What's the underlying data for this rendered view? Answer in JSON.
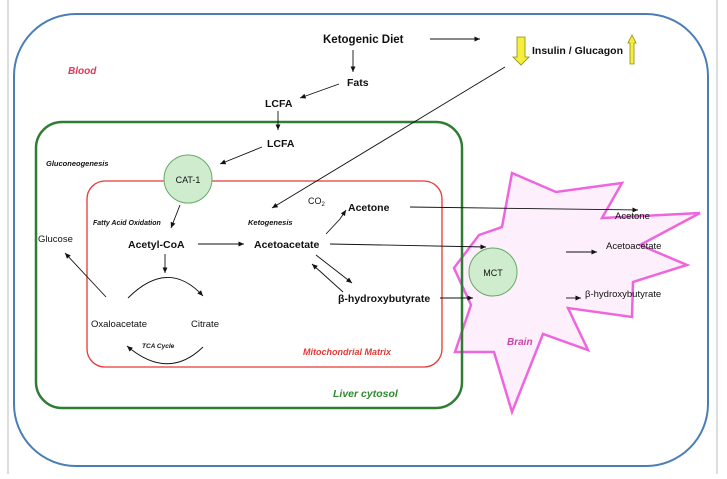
{
  "diagram": {
    "compartments": {
      "blood": "Blood",
      "liver_cytosol": "Liver cytosol",
      "mitochondrial_matrix": "Mitochondrial Matrix",
      "brain": "Brain"
    },
    "nodes": {
      "ketogenic_diet": "Ketogenic Diet",
      "insulin_glucagon": "Insulin / Glucagon",
      "fats": "Fats",
      "lcfa_blood": "LCFA",
      "lcfa_cytosol": "LCFA",
      "cat1": "CAT-1",
      "acetyl_coa": "Acetyl-CoA",
      "acetoacetate_liver": "Acetoacetate",
      "co2": "CO",
      "co2_subscript": "2",
      "acetone_liver": "Acetone",
      "bhb_liver": "β-hydroxybutyrate",
      "glucose": "Glucose",
      "oxaloacetate": "Oxaloacetate",
      "citrate": "Citrate",
      "mct": "MCT",
      "acetone_brain": "Acetone",
      "acetoacetate_brain": "Acetoacetate",
      "bhb_brain": "β-hydroxybutyrate"
    },
    "processes": {
      "gluconeogenesis": "Gluconeogenesis",
      "fatty_acid_oxidation": "Fatty Acid Oxidation",
      "ketogenesis": "Ketogenesis",
      "tca_cycle": "TCA Cycle"
    },
    "colors": {
      "blood_border": "#4a7eb5",
      "liver_border": "#2e7d32",
      "mito_border": "#e53935",
      "brain_border": "#ee66dd",
      "brain_fill": "#fdf0fc",
      "transporter_fill": "#cfeccf",
      "transporter_border": "#66aa66",
      "blood_label": "#e0385a",
      "liver_label": "#2e8b2e",
      "mito_label": "#e53935",
      "brain_label": "#cc44aa",
      "hormone_arrow_fill": "#f5ee3a",
      "hormone_arrow_border": "#8a8a1a"
    }
  }
}
